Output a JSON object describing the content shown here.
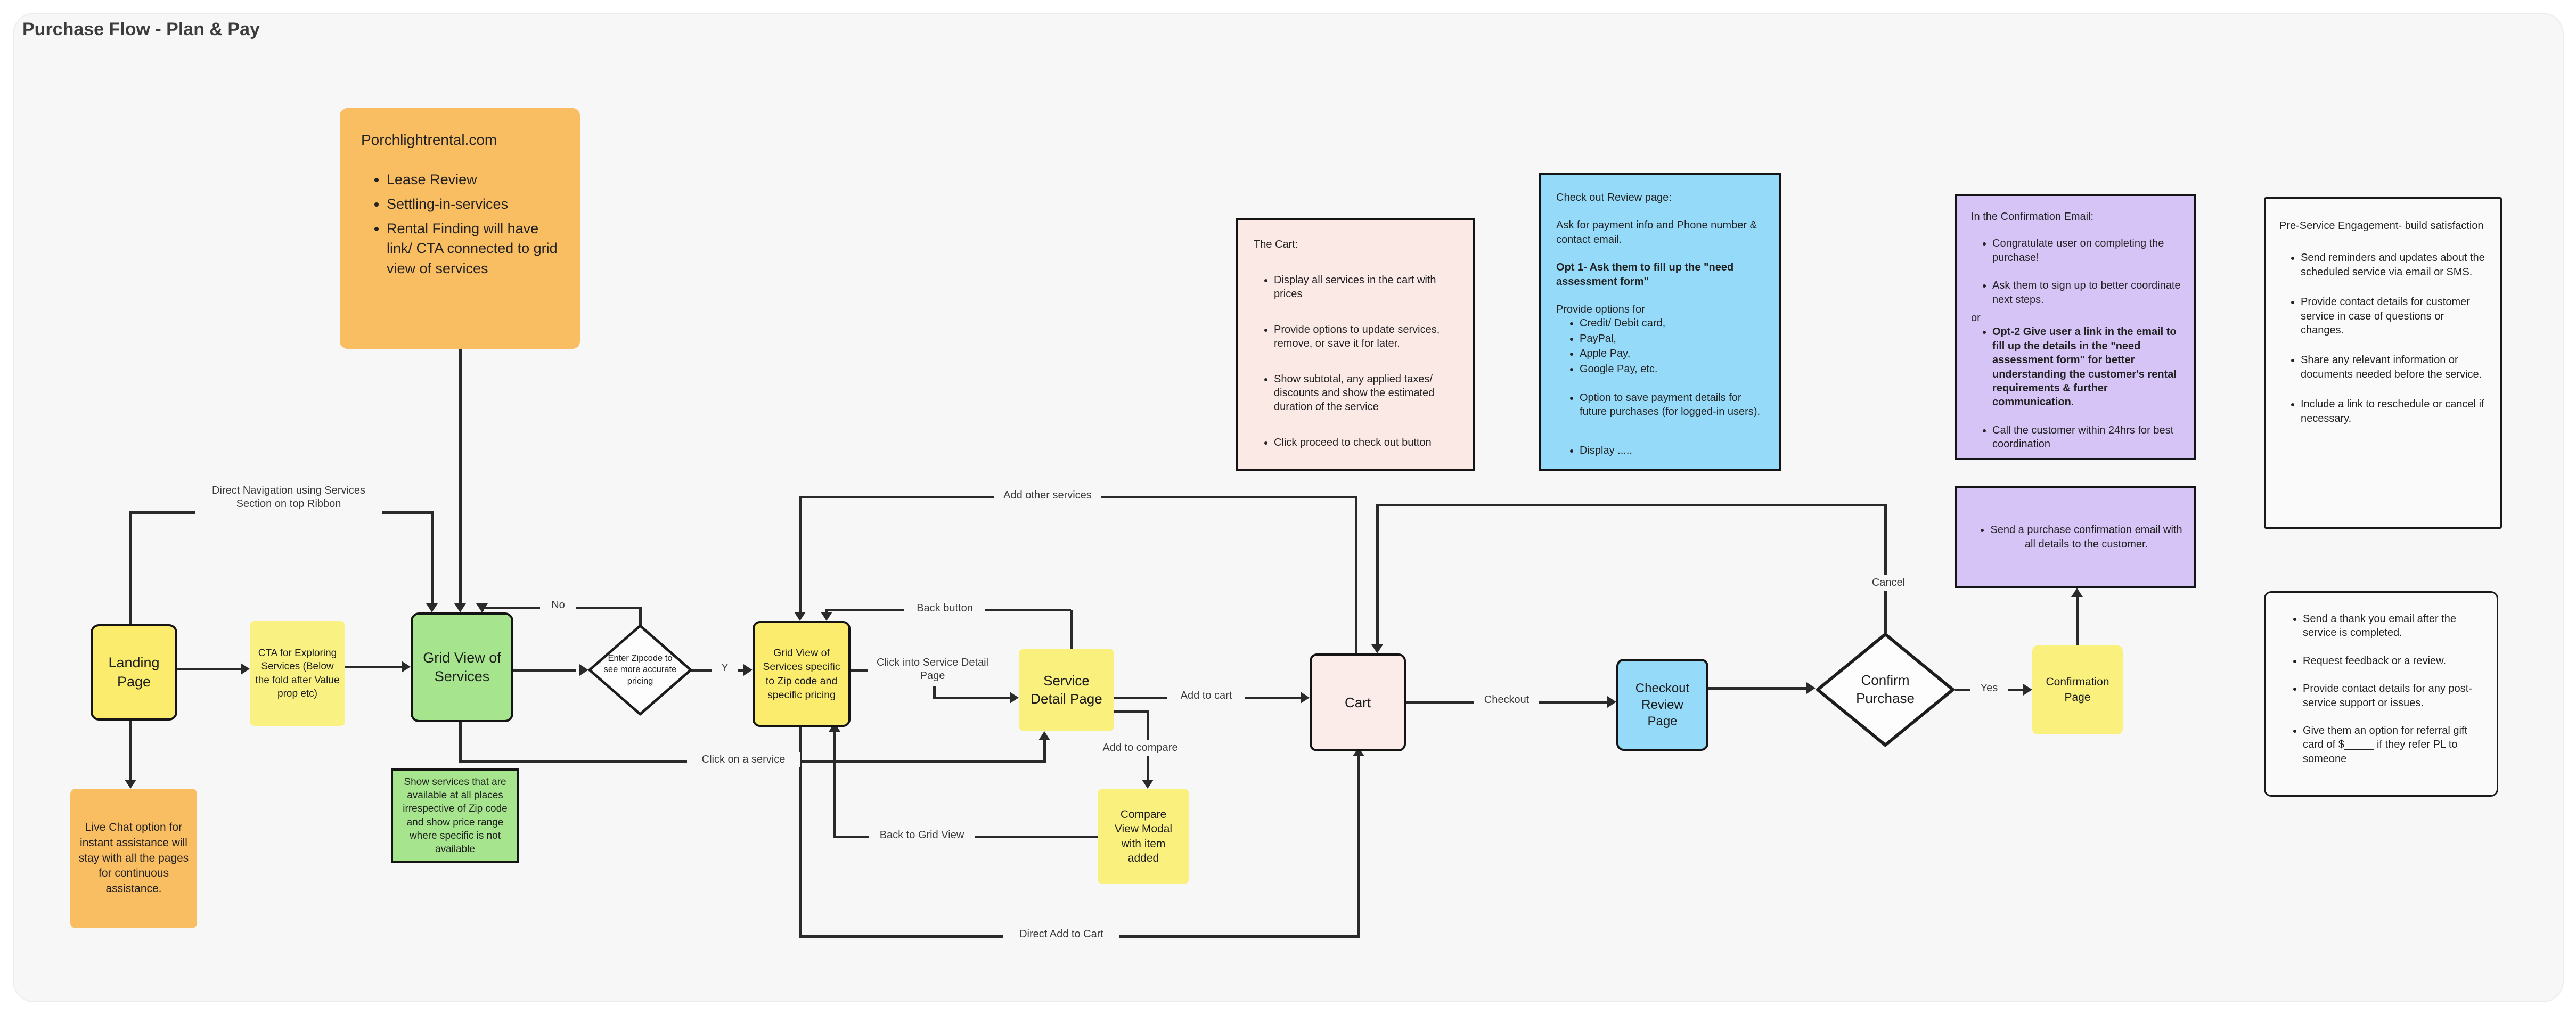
{
  "title": "Purchase Flow - Plan & Pay",
  "colors": {
    "canvas": "#F7F7F8",
    "sticky_yellow": "#FAF07E",
    "node_yellow": "#FBEC6E",
    "green": "#A6E58D",
    "orange": "#F9BD62",
    "blue": "#95DAF8",
    "purple": "#D7C4F7",
    "pink": "#FBE9E6",
    "line": "#2A2A2A"
  },
  "nodes": {
    "landing": {
      "label": "Landing Page"
    },
    "grid_view": {
      "label": "Grid View of Services"
    },
    "zip_decision": {
      "label": "Enter Zipcode to see  more accurate pricing"
    },
    "zip_grid": {
      "label": "Grid View of Services specific to Zip code and specific pricing"
    },
    "service_detail": {
      "label": "Service Detail Page"
    },
    "compare_modal": {
      "label": "Compare View Modal with item added"
    },
    "cart": {
      "label": "Cart"
    },
    "checkout_review": {
      "label": "Checkout Review Page"
    },
    "confirm_purchase": {
      "label": "Confirm Purchase"
    },
    "confirmation": {
      "label": "Confirmation Page"
    }
  },
  "stickies": {
    "cta": {
      "text": "CTA for Exploring Services (Below the fold after Value prop etc)"
    },
    "live_chat": {
      "text": "Live Chat option for instant assistance will stay with all the pages for continuous assistance."
    },
    "grid_note": {
      "text": "Show services that are available at all places irrespective of Zip code and show price range where specific is not available"
    }
  },
  "panels": {
    "porchlight": {
      "title": "Porchlightrental.com",
      "items": [
        "Lease Review",
        "Settling-in-services",
        "Rental Finding will have link/ CTA connected to grid view of services"
      ]
    },
    "cart_panel": {
      "title": "The Cart:",
      "items": [
        "Display all services in the cart with prices",
        "Provide options to update services, remove, or save it for later.",
        "Show subtotal, any applied taxes/ discounts and show the estimated duration of the service",
        "Click proceed to check out button"
      ]
    },
    "checkout_panel": {
      "title": "Check out Review page:",
      "intro": "Ask for payment info and Phone number & contact email.",
      "opt1": "Opt 1- Ask them to fill up the \"need assessment form\"",
      "provide": "Provide options for",
      "methods": [
        "Credit/ Debit card,",
        "PayPal,",
        "Apple Pay,",
        "Google Pay, etc."
      ],
      "save_option": "Option to save payment details for future purchases (for logged-in users).",
      "clipped_line": "Display ....."
    },
    "confirmation_email": {
      "title": "In the Confirmation Email:",
      "items": [
        "Congratulate user on completing the purchase!",
        "Ask them to sign up to better coordinate next steps."
      ],
      "or": "or",
      "opt2": "Opt-2 Give user a link in the email to fill up the details in the \"need assessment form\"  for better understanding the customer's rental requirements & further communication.",
      "last": "Call the customer within 24hrs for best coordination"
    },
    "purchase_email": {
      "text": "Send a purchase confirmation email with all details to the customer."
    },
    "pre_service": {
      "title": "Pre-Service Engagement- build satisfaction",
      "items": [
        "Send reminders and updates about the scheduled service via email or SMS.",
        "Provide contact details for customer service in case of questions or changes.",
        "Share any relevant information or documents needed before the service.",
        "Include a link to reschedule or cancel if necessary."
      ]
    },
    "post_service": {
      "items": [
        "Send a thank you email after the service is completed.",
        "Request feedback or a review.",
        "Provide contact details for any post-service support or issues.",
        "Give them an option for referral gift card of $_____ if they refer PL to someone"
      ]
    }
  },
  "edge_labels": {
    "direct_nav": "Direct Navigation using Services Section on top Ribbon",
    "no": "No",
    "y": "Y",
    "back_button": "Back button",
    "click_into": "Click into Service Detail Page",
    "add_to_cart": "Add to cart",
    "add_other": "Add other services",
    "click_service": "Click on a service",
    "add_compare": "Add to compare",
    "back_to_grid": "Back to Grid View",
    "direct_add": "Direct Add to Cart",
    "checkout": "Checkout",
    "cancel": "Cancel",
    "yes": "Yes"
  }
}
